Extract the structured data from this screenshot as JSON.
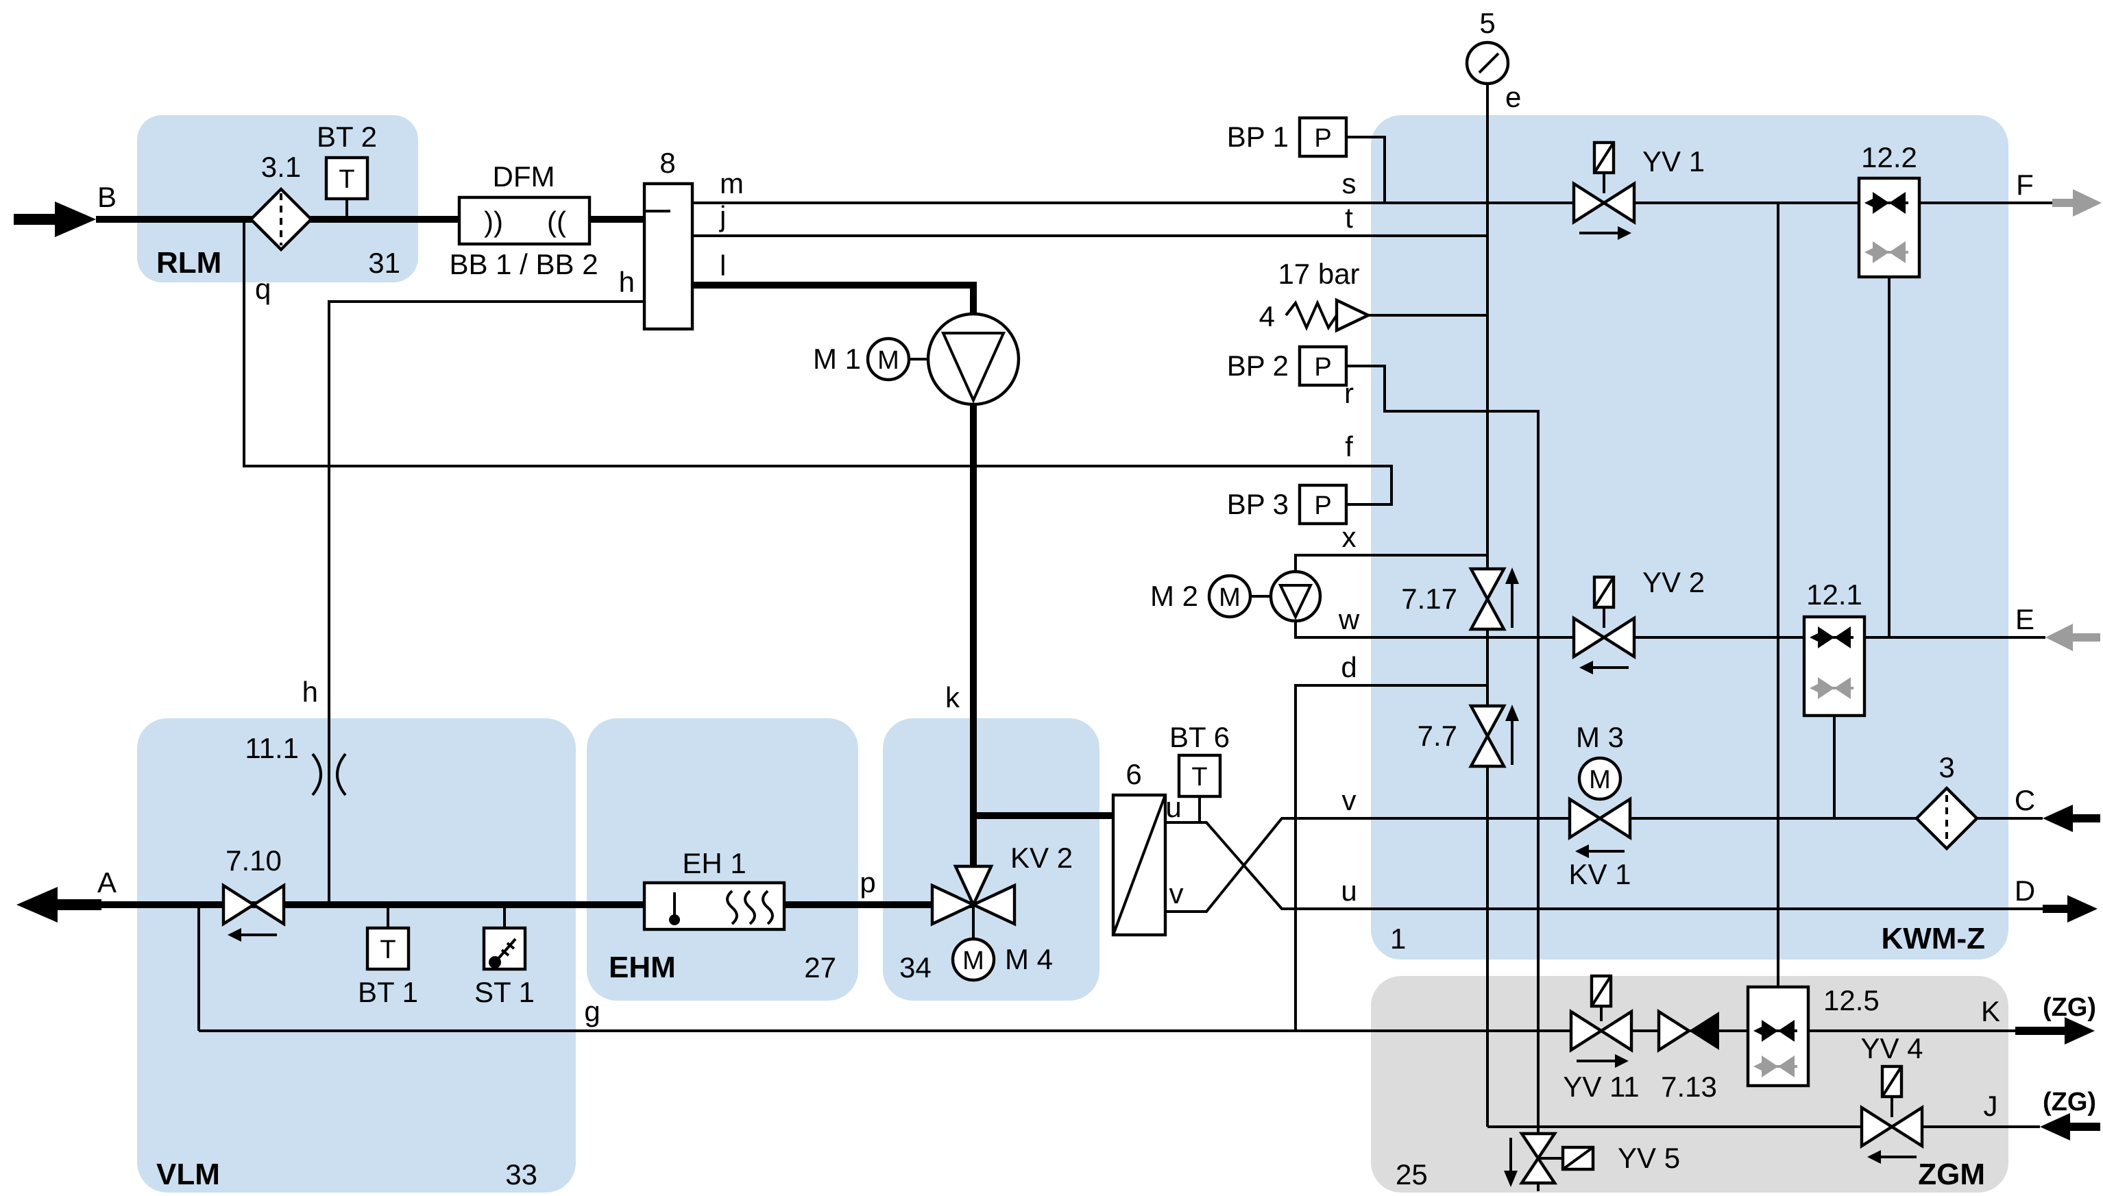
{
  "modules": {
    "rlm": {
      "name": "RLM",
      "number": "31"
    },
    "vlm": {
      "name": "VLM",
      "number": "33"
    },
    "ehm": {
      "name": "EHM",
      "number": "27"
    },
    "kv2m": {
      "number": "34"
    },
    "kwmz": {
      "name": "KWM-Z",
      "number": "1"
    },
    "zgm": {
      "name": "ZGM",
      "number": "25"
    }
  },
  "ports": {
    "a": "A",
    "b": "B",
    "c": "C",
    "d": "D",
    "e": "E",
    "f": "F",
    "j": "J",
    "k": "K",
    "zg_tag": "(ZG)"
  },
  "components": {
    "filter_31": "3.1",
    "filter_3": "3",
    "bt1": "BT 1",
    "bt2": "BT 2",
    "bt6": "BT 6",
    "st1": "ST 1",
    "temp_letter": "T",
    "pressure_letter": "P",
    "motor_letter": "M",
    "dfm": "DFM",
    "bb": "BB 1 / BB 2",
    "separator_8": "8",
    "m1": "M 1",
    "m2": "M 2",
    "m3": "M 3",
    "m4": "M 4",
    "gauge_5": "5",
    "relief_4": "4",
    "relief_setpoint": "17 bar",
    "bp1": "BP 1",
    "bp2": "BP 2",
    "bp3": "BP 3",
    "v710": "7.10",
    "v717": "7.17",
    "v77": "7.7",
    "v713": "7.13",
    "yv1": "YV 1",
    "yv2": "YV 2",
    "yv4": "YV 4",
    "yv5": "YV 5",
    "yv11": "YV 11",
    "kv1": "KV 1",
    "kv2": "KV 2",
    "ps122": "12.2",
    "ps121": "12.1",
    "ps125": "12.5",
    "comp_111": "11.1",
    "eh1": "EH 1",
    "hx_6": "6"
  },
  "lines": {
    "q": "q",
    "h": "h",
    "m": "m",
    "j": "j",
    "l": "l",
    "s": "s",
    "t": "t",
    "e": "e",
    "r": "r",
    "f": "f",
    "x": "x",
    "w": "w",
    "d": "d",
    "k": "k",
    "g": "g",
    "p": "p",
    "u": "u",
    "v": "v"
  },
  "icons": {
    "dfm_left": "))",
    "dfm_right": "(("
  },
  "colors": {
    "module_blue": "#cbdff0",
    "module_gray": "#dcdcdc",
    "inactive_gray": "#9c9c9c"
  }
}
